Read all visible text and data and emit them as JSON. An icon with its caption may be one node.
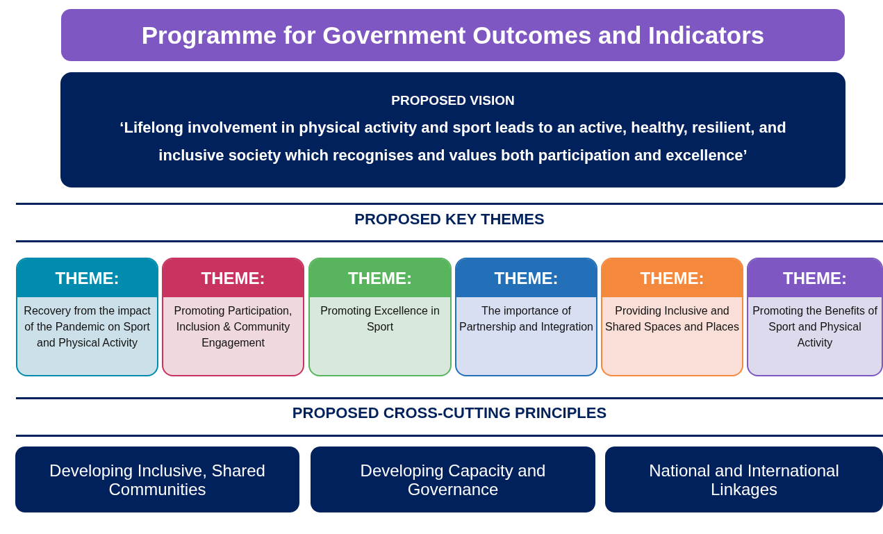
{
  "diagram": {
    "title": "Programme for Government Outcomes and Indicators",
    "nodes": [
      {
        "text": [
          "PROPOSED VISION",
          "‘Lifelong involvement in physical activity and sport leads to an active, healthy, resilient, and inclusive society which recognises and values both participation and excellence’"
        ]
      },
      {
        "text": [
          "THEME:",
          "Recovery from the impact of the Pandemic on Sport and Physical Activity"
        ]
      },
      {
        "text": [
          "THEME:",
          "Promoting Participation, Inclusion & Community Engagement"
        ]
      },
      {
        "text": [
          "THEME:",
          "Promoting Excellence in Sport"
        ]
      },
      {
        "text": [
          "THEME:",
          "The importance of Partnership and Integration"
        ]
      },
      {
        "text": [
          "THEME:",
          "Providing Inclusive and Shared Spaces and Places"
        ]
      },
      {
        "text": [
          "THEME:",
          "Promoting the Benefits of Sport and Physical Activity"
        ]
      },
      {
        "text": [
          "Developing Inclusive, Shared Communities"
        ]
      },
      {
        "text": [
          "Developing Capacity and Governance"
        ]
      },
      {
        "text": [
          "National and International Linkages"
        ]
      }
    ],
    "labels": [
      "PROPOSED KEY THEMES",
      "PROPOSED CROSS-CUTTING PRINCIPLES"
    ]
  }
}
